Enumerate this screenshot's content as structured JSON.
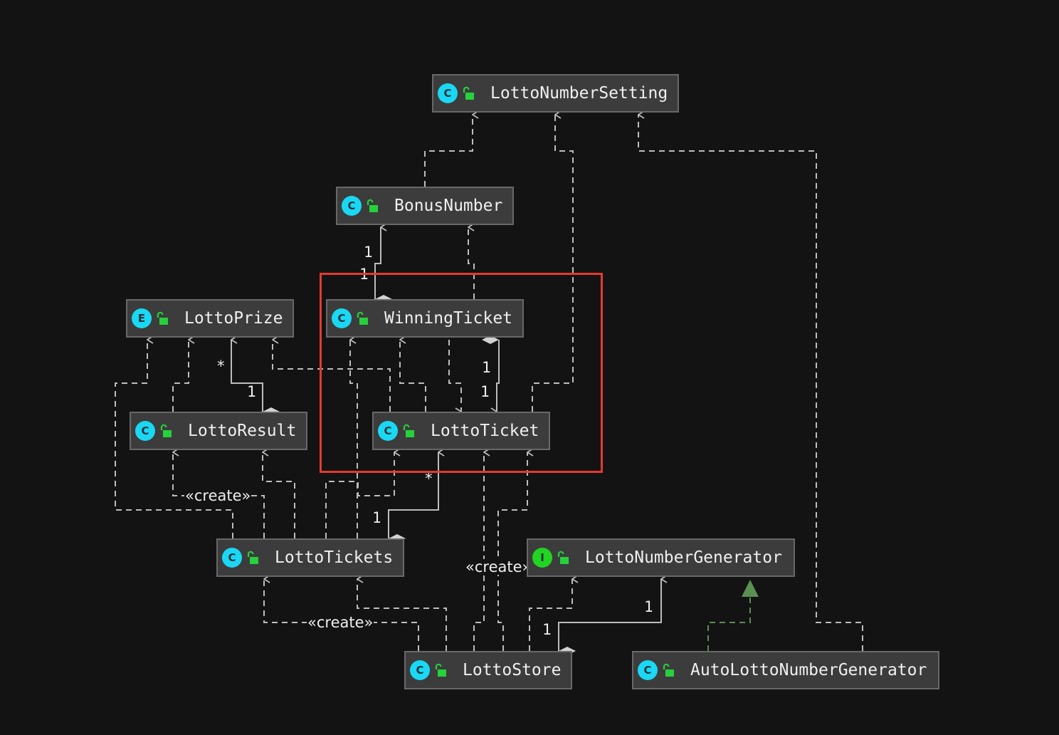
{
  "colors": {
    "background": "#131313",
    "node_fill": "#3c3c3c",
    "node_border": "#686868",
    "class_badge": "#1ad8f3",
    "interface_badge": "#21d421",
    "lock": "#25d13c",
    "edge": "#bdbdbd",
    "realization": "#5c8f52",
    "highlight": "#e53a2f"
  },
  "nodes": [
    {
      "id": "n-setting",
      "name": "LottoNumberSetting",
      "kind": "C",
      "icon": "class-icon"
    },
    {
      "id": "n-bonus",
      "name": "BonusNumber",
      "kind": "C",
      "icon": "class-icon"
    },
    {
      "id": "n-prize",
      "name": "LottoPrize",
      "kind": "E",
      "icon": "enum-icon"
    },
    {
      "id": "n-winning",
      "name": "WinningTicket",
      "kind": "C",
      "icon": "class-icon"
    },
    {
      "id": "n-result",
      "name": "LottoResult",
      "kind": "C",
      "icon": "class-icon"
    },
    {
      "id": "n-ticket",
      "name": "LottoTicket",
      "kind": "C",
      "icon": "class-icon"
    },
    {
      "id": "n-tickets",
      "name": "LottoTickets",
      "kind": "C",
      "icon": "class-icon"
    },
    {
      "id": "n-generator",
      "name": "LottoNumberGenerator",
      "kind": "I",
      "icon": "interface-icon"
    },
    {
      "id": "n-store",
      "name": "LottoStore",
      "kind": "C",
      "icon": "class-icon"
    },
    {
      "id": "n-auto",
      "name": "AutoLottoNumberGenerator",
      "kind": "C",
      "icon": "class-icon"
    }
  ],
  "labels": {
    "m1": "1",
    "m2": "1",
    "m3": "1",
    "m4": "1",
    "m5": "*",
    "m6": "1",
    "m7": "*",
    "m8": "1",
    "m9": "1",
    "m10": "1",
    "create1": "«create»",
    "create2": "«create»",
    "create3": "«create»"
  }
}
